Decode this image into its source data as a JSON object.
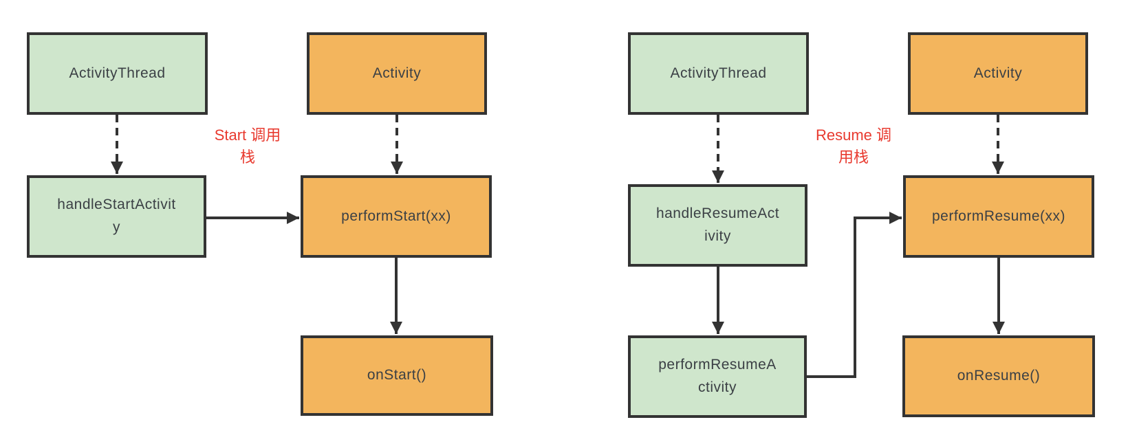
{
  "colors": {
    "background": "#ffffff",
    "green_fill": "#cfe6cc",
    "orange_fill": "#f3b55d",
    "border": "#333333",
    "node_text": "#3b4045",
    "caption_red": "#e8392e"
  },
  "diagrams": [
    {
      "name": "start-call-stack",
      "caption": "Start 调用\n栈",
      "nodes": [
        {
          "id": "activity-thread",
          "label": "ActivityThread",
          "color": "green"
        },
        {
          "id": "activity",
          "label": "Activity",
          "color": "orange"
        },
        {
          "id": "handle-start-activity",
          "label": "handleStartActivit\ny",
          "color": "green"
        },
        {
          "id": "perform-start",
          "label": "performStart(xx)",
          "color": "orange"
        },
        {
          "id": "on-start",
          "label": "onStart()",
          "color": "orange"
        }
      ],
      "edges": [
        {
          "from": "activity-thread",
          "to": "handle-start-activity",
          "style": "dashed"
        },
        {
          "from": "activity",
          "to": "perform-start",
          "style": "dashed"
        },
        {
          "from": "handle-start-activity",
          "to": "perform-start",
          "style": "solid"
        },
        {
          "from": "perform-start",
          "to": "on-start",
          "style": "solid"
        }
      ]
    },
    {
      "name": "resume-call-stack",
      "caption": "Resume 调\n用栈",
      "nodes": [
        {
          "id": "activity-thread",
          "label": "ActivityThread",
          "color": "green"
        },
        {
          "id": "activity",
          "label": "Activity",
          "color": "orange"
        },
        {
          "id": "handle-resume-activity",
          "label": "handleResumeAct\nivity",
          "color": "green"
        },
        {
          "id": "perform-resume",
          "label": "performResume(xx)",
          "color": "orange"
        },
        {
          "id": "perform-resume-activity",
          "label": "performResumeA\nctivity",
          "color": "green"
        },
        {
          "id": "on-resume",
          "label": "onResume()",
          "color": "orange"
        }
      ],
      "edges": [
        {
          "from": "activity-thread",
          "to": "handle-resume-activity",
          "style": "dashed"
        },
        {
          "from": "activity",
          "to": "perform-resume",
          "style": "dashed"
        },
        {
          "from": "handle-resume-activity",
          "to": "perform-resume-activity",
          "style": "solid"
        },
        {
          "from": "perform-resume-activity",
          "to": "perform-resume",
          "style": "solid-elbow"
        },
        {
          "from": "perform-resume",
          "to": "on-resume",
          "style": "solid"
        }
      ]
    }
  ]
}
